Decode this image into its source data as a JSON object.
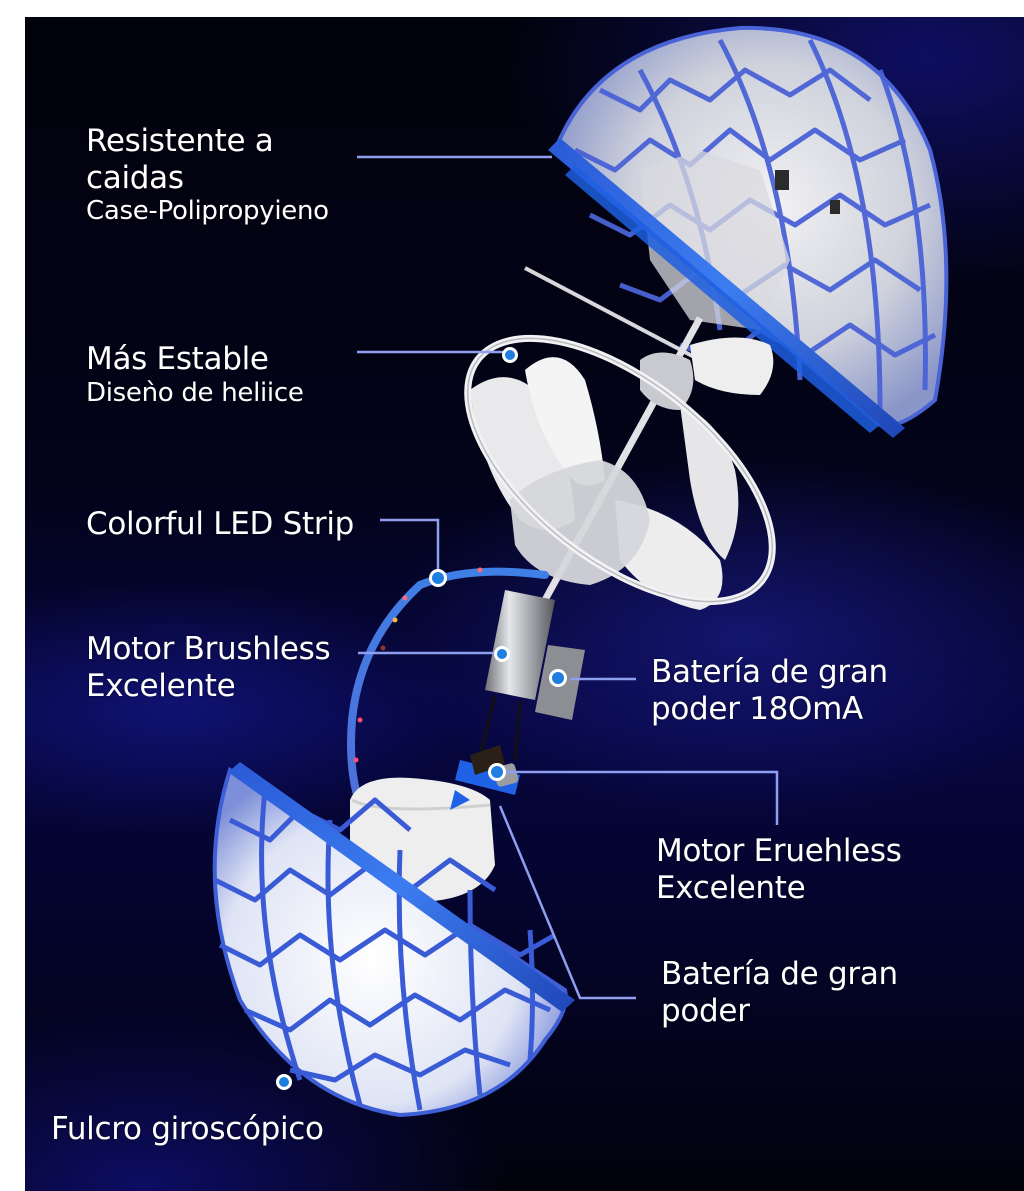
{
  "infographic": {
    "colors": {
      "background_dark": "#02020c",
      "background_navy": "#06064a",
      "callout_line": "#8f9ff0",
      "cage_blue": "#2d5fd8",
      "marker_blue": "#1e7fe0",
      "text": "#ffffff"
    },
    "callouts": [
      {
        "id": "shell",
        "title": "Resistente a",
        "title2": "caidas",
        "subtitle": "Case-Polipropyieno"
      },
      {
        "id": "propeller",
        "title": "Más Estable",
        "subtitle": "Diseǹo de heliice"
      },
      {
        "id": "led",
        "title": "Colorful LED Strip"
      },
      {
        "id": "motor-left",
        "title": "Motor Brushless",
        "title2": "Excelente"
      },
      {
        "id": "battery-180",
        "title": "Batería de gran",
        "title2": "poder 18OmA"
      },
      {
        "id": "motor-right",
        "title": "Motor Eruehless",
        "title2": "Excelente"
      },
      {
        "id": "battery",
        "title": "Batería de gran",
        "title2": "poder"
      },
      {
        "id": "gyro",
        "title": "Fulcro giroscópico"
      }
    ],
    "parts": [
      {
        "name": "top-cage-hemisphere",
        "icon": "cage-dome-icon"
      },
      {
        "name": "propeller-ring",
        "icon": "propeller-icon"
      },
      {
        "name": "led-strip",
        "icon": "led-strip-icon"
      },
      {
        "name": "motor",
        "icon": "motor-icon"
      },
      {
        "name": "battery",
        "icon": "battery-icon"
      },
      {
        "name": "bottom-cage-hemisphere",
        "icon": "cage-bowl-icon"
      }
    ]
  }
}
